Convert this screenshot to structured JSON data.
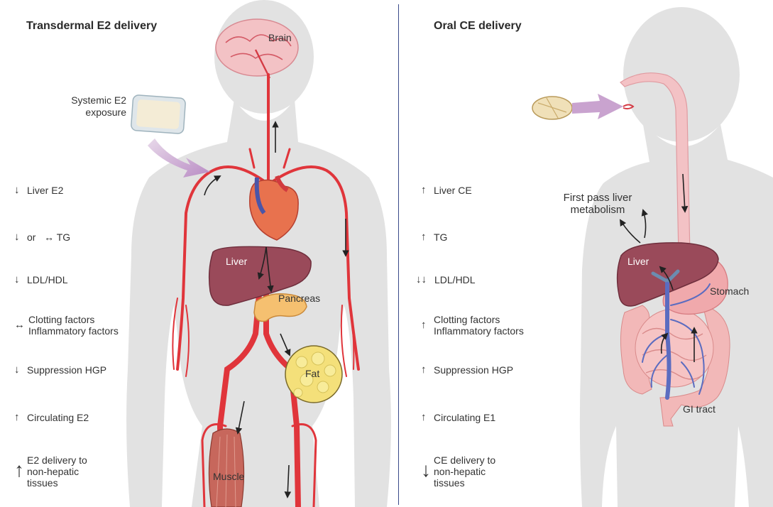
{
  "left": {
    "title": "Transdermal E2 delivery",
    "patch_label": [
      "Systemic E2",
      "exposure"
    ],
    "organs": {
      "brain": "Brain",
      "liver": "Liver",
      "pancreas": "Pancreas",
      "fat": "Fat",
      "muscle": "Muscle"
    },
    "effects": [
      {
        "arrow": "↓",
        "text": "Liver E2"
      },
      {
        "arrow": "↓",
        "text": "or   ↔ TG"
      },
      {
        "arrow": "↓",
        "text": "LDL/HDL"
      },
      {
        "arrow": "↔",
        "text": "Clotting factors\nInflammatory factors"
      },
      {
        "arrow": "↓",
        "text": "Suppression HGP"
      },
      {
        "arrow": "↑",
        "text": "Circulating E2"
      },
      {
        "arrow": "↑",
        "text": "E2 delivery to\nnon-hepatic\ntissues"
      }
    ]
  },
  "right": {
    "title": "Oral CE delivery",
    "first_pass": [
      "First pass liver",
      "metabolism"
    ],
    "organs": {
      "liver": "Liver",
      "stomach": "Stomach",
      "gi": "GI tract"
    },
    "effects": [
      {
        "arrow": "↑",
        "text": "Liver CE"
      },
      {
        "arrow": "↑",
        "text": "TG"
      },
      {
        "arrow": "↓↓",
        "text": "LDL/HDL"
      },
      {
        "arrow": "↑",
        "text": "Clotting factors\nInflammatory factors"
      },
      {
        "arrow": "↑",
        "text": "Suppression HGP"
      },
      {
        "arrow": "↑",
        "text": "Circulating E1"
      },
      {
        "arrow": "↓",
        "text": "CE delivery to\nnon-hepatic\ntissues"
      }
    ]
  },
  "colors": {
    "silhouette": "#e2e2e2",
    "artery": "#e0353b",
    "liver": "#9a4a5a",
    "gut": "#f2b8b8",
    "vein": "#5b6cc0",
    "patch_arrow": "#c9a3cf",
    "divider": "#3a4a8a"
  }
}
